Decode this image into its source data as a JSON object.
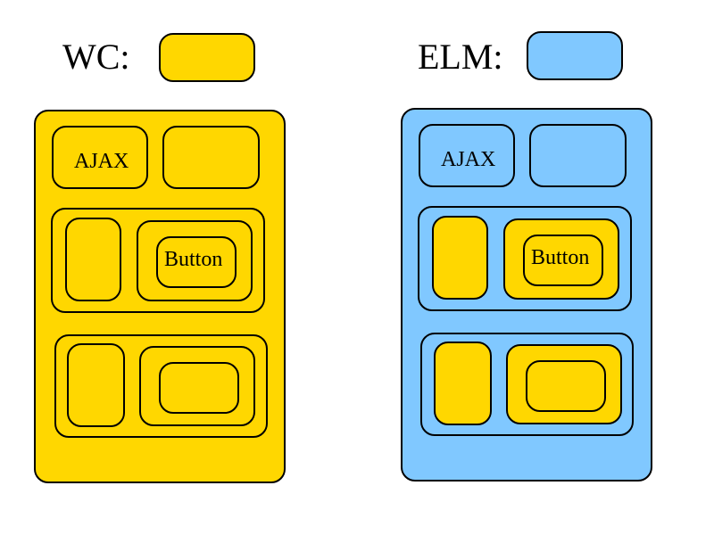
{
  "legend": {
    "wc": {
      "label": "WC:",
      "color": "#FFD700"
    },
    "elm": {
      "label": "ELM:",
      "color": "#80C8FF"
    }
  },
  "diagrams": {
    "wc": {
      "ajax_label": "AJAX",
      "button_label": "Button",
      "colors": {
        "outer": "#FFD700",
        "nested": "#FFD700"
      }
    },
    "elm": {
      "ajax_label": "AJAX",
      "button_label": "Button",
      "colors": {
        "outer": "#80C8FF",
        "nested": "#FFD700"
      }
    }
  }
}
